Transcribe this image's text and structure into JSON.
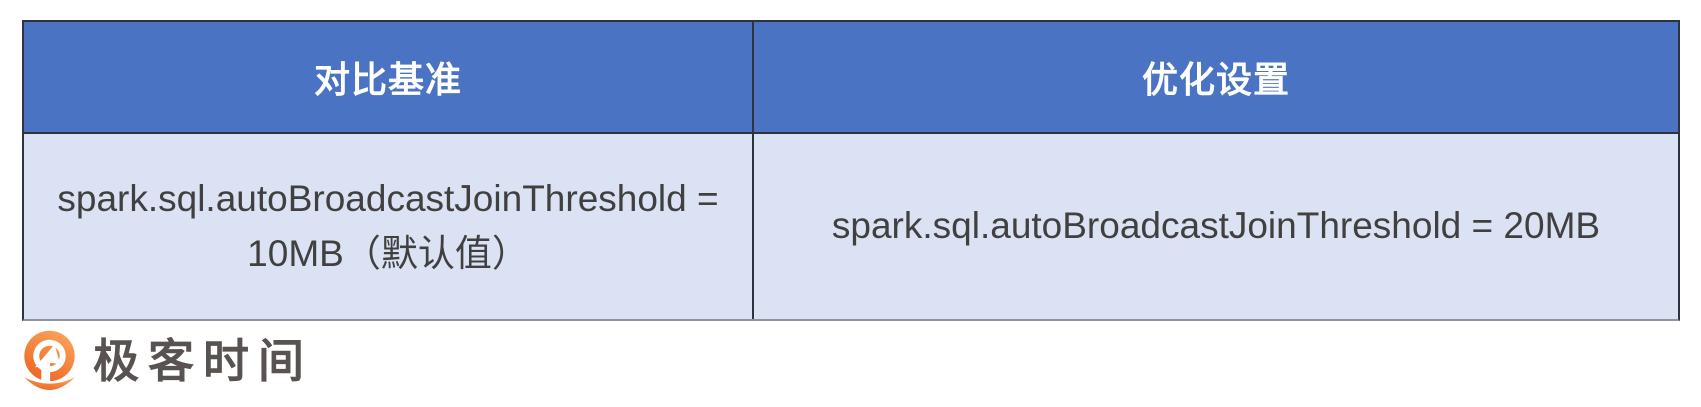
{
  "table": {
    "columns": [
      {
        "header": "对比基准",
        "value": "spark.sql.autoBroadcastJoinThreshold = 10MB（默认值）"
      },
      {
        "header": "优化设置",
        "value": "spark.sql.autoBroadcastJoinThreshold = 20MB"
      }
    ]
  },
  "branding": {
    "logo_text": "极客时间",
    "logo_icon": "geektime-pin-icon"
  },
  "colors": {
    "header_bg": "#4b73c4",
    "header_text": "#ffffff",
    "row_bg": "#dbe2f3",
    "body_text": "#404040",
    "table_border": "#2e3340",
    "logo_orange_dark": "#ec6523",
    "logo_orange_light": "#fba35c",
    "logo_text_color": "#585250",
    "page_bg": "#ffffff"
  }
}
